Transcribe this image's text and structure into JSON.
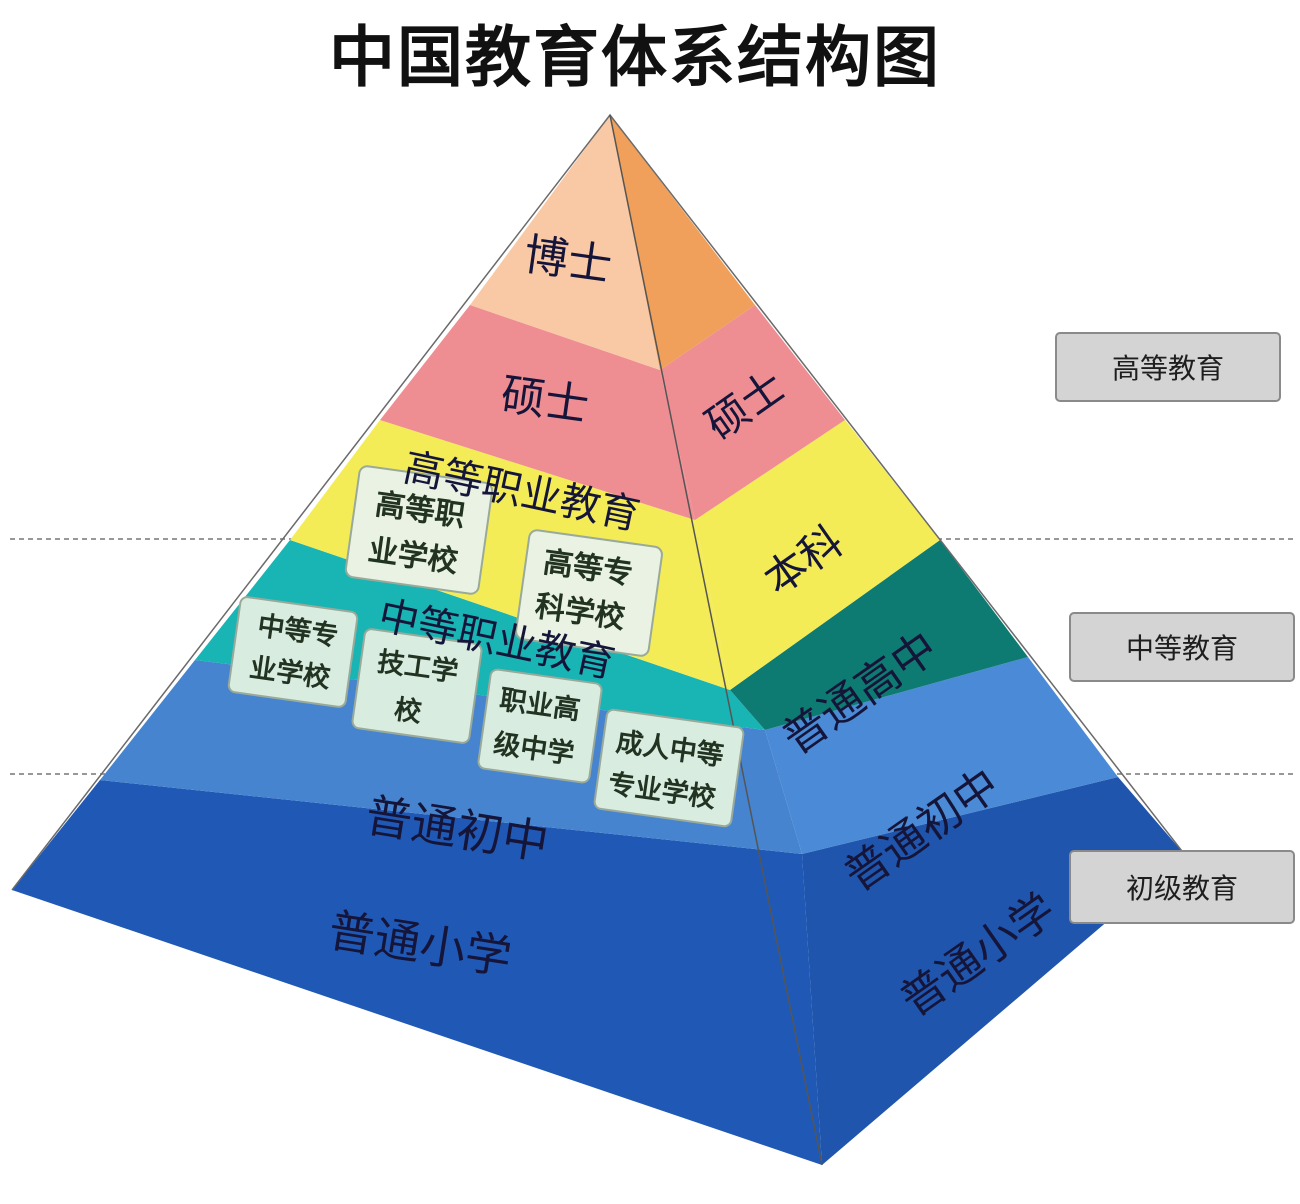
{
  "title": "中国教育体系结构图",
  "levels": {
    "higher": "高等教育",
    "secondary": "中等教育",
    "primary": "初级教育"
  },
  "front": {
    "phd": "博士",
    "master": "硕士",
    "higher_vocational": "高等职业教育",
    "higher_vocational_school": [
      "高等职",
      "业学校"
    ],
    "higher_specialized_school": [
      "高等专",
      "科学校"
    ],
    "secondary_vocational": "中等职业教育",
    "secondary_specialized_school": [
      "中等专",
      "业学校"
    ],
    "technical_school": [
      "技工学",
      "校"
    ],
    "vocational_high_school": [
      "职业高",
      "级中学"
    ],
    "adult_secondary_school": [
      "成人中等",
      "专业学校"
    ],
    "junior_middle": "普通初中",
    "primary": "普通小学"
  },
  "side": {
    "master": "硕士",
    "bachelor": "本科",
    "senior_high": "普通高中",
    "junior_middle": "普通初中",
    "primary": "普通小学"
  },
  "colors": {
    "phd_front": "#f9c8a4",
    "phd_side": "#f0a05a",
    "master": "#ee8e93",
    "higher_vocational": "#f3ec57",
    "bachelor": "#f3ec57",
    "secondary_vocational": "#19b4b4",
    "senior_high": "#0e7b73",
    "junior_middle": "#4684cf",
    "primary": "#2059b5",
    "school_box": "#d8ece0"
  }
}
